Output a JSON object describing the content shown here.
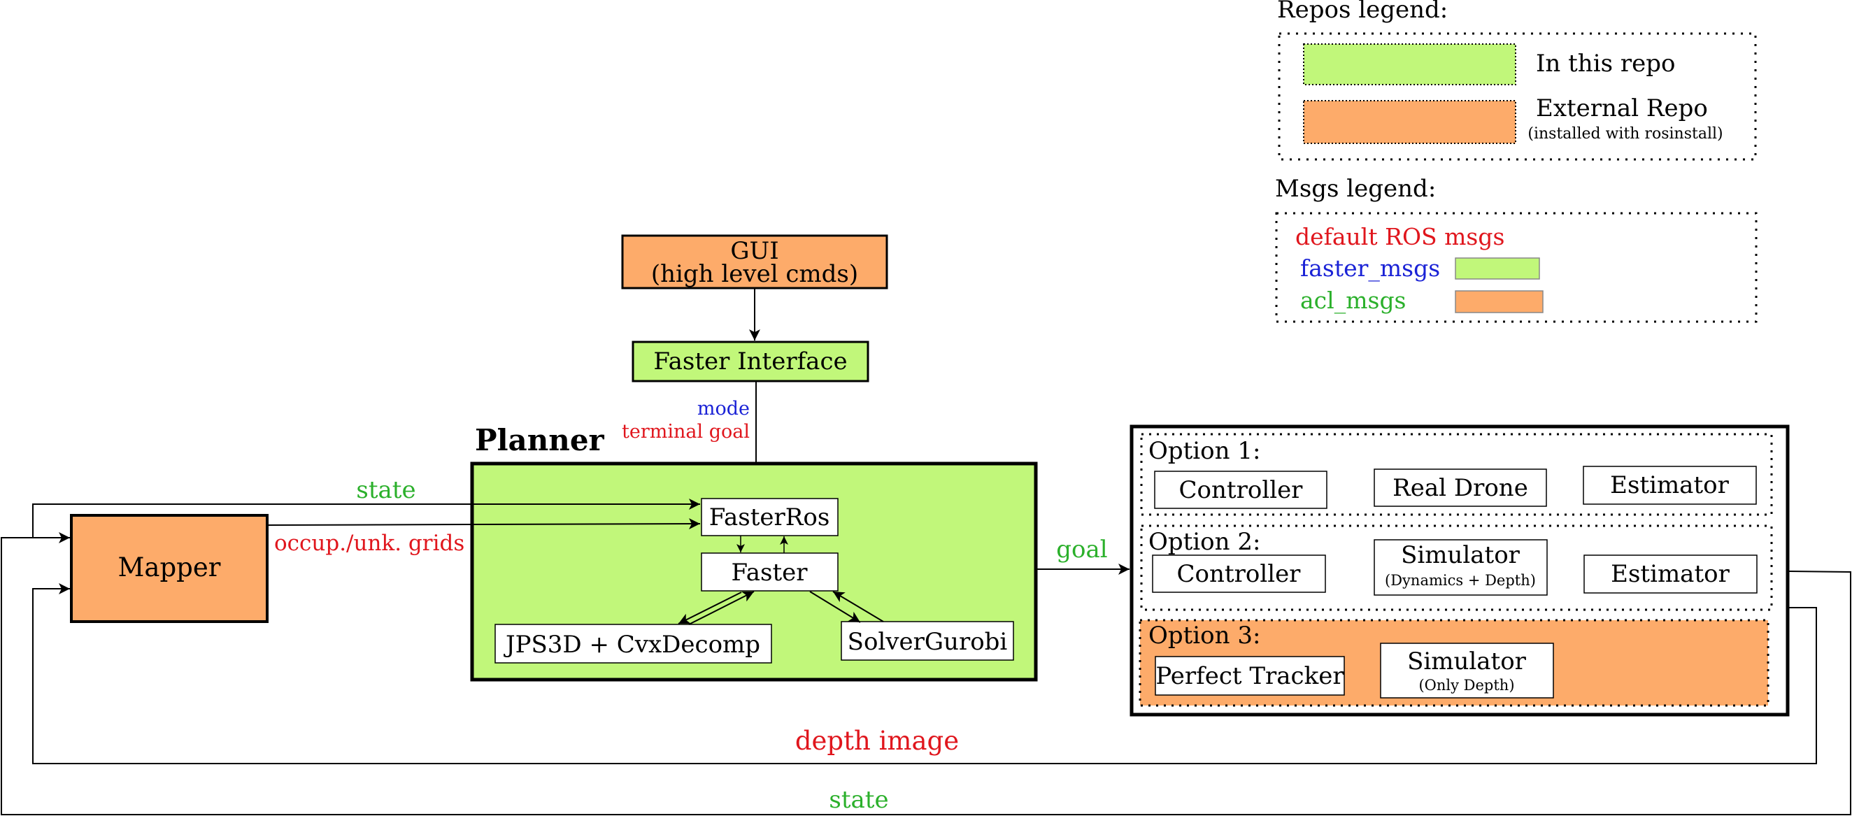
{
  "colors": {
    "green": "#c1f77a",
    "orange": "#fdab6a",
    "label_green": "#2bb02b",
    "label_red": "#e0161d",
    "label_blue": "#1a22d6"
  },
  "repos_legend": {
    "title": "Repos legend:",
    "in_repo": "In this repo",
    "external": "External Repo",
    "external_note": "(installed with rosinstall)"
  },
  "msgs_legend": {
    "title": "Msgs legend:",
    "default": "default ROS msgs",
    "faster": "faster_msgs",
    "acl": "acl_msgs"
  },
  "gui": {
    "line1": "GUI",
    "line2": "(high level cmds)"
  },
  "faster_interface": "Faster Interface",
  "planner": {
    "title": "Planner",
    "fasterros": "FasterRos",
    "faster": "Faster",
    "jps": "JPS3D + CvxDecomp",
    "solver": "SolverGurobi"
  },
  "mapper": "Mapper",
  "labels": {
    "mode": "mode",
    "terminal_goal": "terminal goal",
    "state_top": "state",
    "occup": "occup./unk. grids",
    "goal": "goal",
    "depth_image": "depth image",
    "state_bottom": "state"
  },
  "options": {
    "option1": {
      "title": "Option 1:",
      "controller": "Controller",
      "real_drone": "Real Drone",
      "estimator": "Estimator"
    },
    "option2": {
      "title": "Option 2:",
      "controller": "Controller",
      "simulator": "Simulator",
      "simulator_note": "(Dynamics + Depth)",
      "estimator": "Estimator"
    },
    "option3": {
      "title": "Option 3:",
      "perfect_tracker": "Perfect Tracker",
      "simulator": "Simulator",
      "simulator_note": "(Only Depth)"
    }
  }
}
